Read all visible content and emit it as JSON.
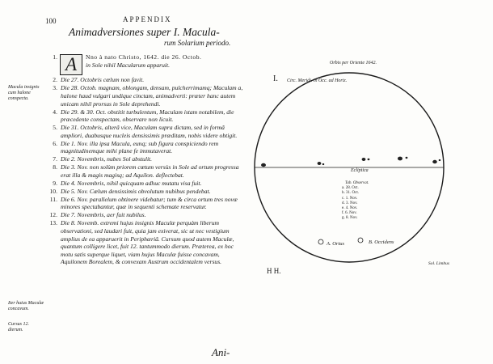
{
  "header": {
    "page_number": "100",
    "running_head": "APPENDIX",
    "title": "Animadversiones super I. Macula-",
    "subtitle": "rum Solarium periodo."
  },
  "entries": [
    {
      "num": "1.",
      "drop": "A",
      "lead": "Nno à nato Christo, 1642. die 26. Octob.",
      "text": "in Sole nihil Macularum apparuit."
    },
    {
      "num": "2.",
      "text": "Die 27. Octobris cœlum non favit."
    },
    {
      "num": "3.",
      "text": "Die 28. Octob. magnam, oblongam, densam, pulcherrimamq; Maculam a, halone haud vulgari undique cinctam, animadverti: præter hanc autem unicam nihil prorsus in Sole deprehendi."
    },
    {
      "num": "4.",
      "text": "Die 29. & 30. Oct. obstitit turbulentum, Maculam istam notabilem, die præcedente conspectam, observare non licuit."
    },
    {
      "num": "5.",
      "text": "Die 31. Octobris, alterâ vice, Maculam supra dictam, sed in formâ ampliori, duabusque nucleis densissimis præditam, nobis videre obtigit."
    },
    {
      "num": "6.",
      "text": "Die 1. Nov. illa ipsa Macula, eunq; sub figura conspiciendo rem magnitudinemque mihi plane fe immutaverat."
    },
    {
      "num": "7.",
      "text": "Die 2. Novembris, nubes Sol abstulit."
    },
    {
      "num": "8.",
      "text": "Die 3. Nov. non solùm priorem cœtum versùs in Sole ad ortum progressa erat illa & magis magisq; ad Aquilon. deflectebat."
    },
    {
      "num": "9.",
      "text": "Die 4. Novembris, nihil quicquam adhuc mutatu visa fuit."
    },
    {
      "num": "10.",
      "text": "Die 5. Nov. Cœlum densissimis obvolutum nubibus pendebat."
    },
    {
      "num": "11.",
      "text": "Die 6. Nov. parallelum obtinere videbatur; tum & circa ortum tres novæ minores spectabantur, quæ in sequenti schemate reservatur."
    },
    {
      "num": "12.",
      "text": "Die 7. Novembris, aer fuit nubilus."
    },
    {
      "num": "13.",
      "text": "Die 8. Novemb. extremi hujus insignis Maculæ perquàm liberum observationi, sed laudari fuit, quia jam exiverat, sic ut nec vestigium amplius de ea apparuerit in Periphæriâ. Cursum quod autem Maculæ, quantum colligere licet, fuit 12. tantummodo dierum. Præterea, ex hoc motu satis superque liquet, viam hujus Maculæ fuisse concavam, Aquilonem Borealem, & convexam Austrum occidentalem versus."
    }
  ],
  "margin_notes": [
    "Macula insignis cum halone conspecta.",
    "Iter huius Maculæ concavum.",
    "Cursus 12. dierum."
  ],
  "figure": {
    "label": "I.",
    "annotation_top": "Orbis per Oriente 1642.",
    "annotation_left": "Circ. Meridi. in Occ. ad Horiz.",
    "equator_label": "Ecliptica",
    "legend_header": "Tab. Observat.",
    "legend_rows": [
      "a. 28. Oct.",
      "b. 31. Oct.",
      "c. 1. Nov.",
      "d. 3. Nov.",
      "e. 4. Nov.",
      "f. 6. Nov.",
      "g. 8. Nov."
    ],
    "glyph_a": "A. Ortus",
    "glyph_b": "B. Occidens",
    "signature": "H H.",
    "seal_note": "Sol. Limbus"
  },
  "catchword": "Ani-"
}
